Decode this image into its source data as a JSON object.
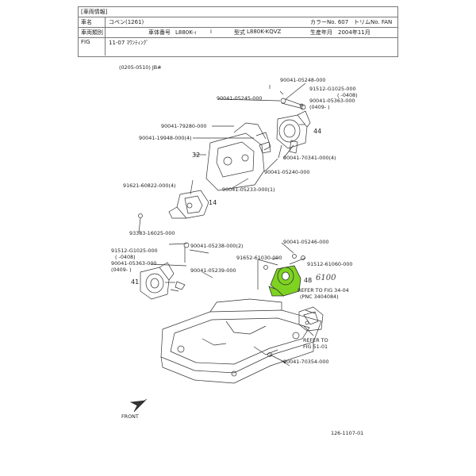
{
  "header": {
    "section_title": "[車両情報]",
    "row1": {
      "label": "車名",
      "value": "コペン(1261)",
      "color_no": "カラーNo. 607",
      "trim_no": "トリムNo. FAN"
    },
    "row2": {
      "label": "車両類別",
      "frame_label": "車体番号",
      "frame_value": "L880K-ｨ",
      "frame_extra": "i",
      "model_label": "型式",
      "model_value": "L880K-KQVZ",
      "prod_label": "生産年月",
      "prod_value": "2004年11月"
    },
    "row3": {
      "label": "FIG",
      "value": "11-07 ﾏｳﾝﾃｨﾝｸﾞ"
    }
  },
  "diagram": {
    "date_range": "(0205-0510) JB#",
    "part_labels": {
      "p1": "90041-05248-000",
      "p2": "91512-G1025-000",
      "p2_sub": "(      -0408)",
      "p3": "90041-05245-000",
      "p4": "90041-05363-000",
      "p4_sub": "(0409-      )",
      "p5": "90041-79280-000",
      "p6": "90041-19948-000(4)",
      "p7": "90041-70341-000(4)",
      "p8": "90041-05240-000",
      "p9": "91621-60822-000(4)",
      "p10": "90041-05233-000(1)",
      "p11": "93383-16025-000",
      "p12": "90041-05246-000",
      "p13": "90041-05238-000(2)",
      "p14": "91512-G1025-000",
      "p14_sub": "(      -0408)",
      "p15": "90041-05363-000",
      "p15_sub": "(0409-      )",
      "p16": "91652-61030-000",
      "p17": "91512-61060-000",
      "p18": "90041-05239-000",
      "p19": "90041-70354-000"
    },
    "ref_numbers": {
      "n44": "44",
      "n32": "32",
      "n14": "14",
      "n41": "41",
      "n48": "48"
    },
    "refer_1": {
      "line1": "REFER TO FIG 34-04",
      "line2": "(PNC 3404084)"
    },
    "refer_2": {
      "line1": "REFER TO",
      "line2": "FIG  51-01"
    },
    "handwritten": "6100",
    "front_label": "FRONT",
    "footer_code": "126-1107-01"
  },
  "colors": {
    "highlight": "#7ed321",
    "line": "#333333",
    "header_border": "#777777"
  }
}
